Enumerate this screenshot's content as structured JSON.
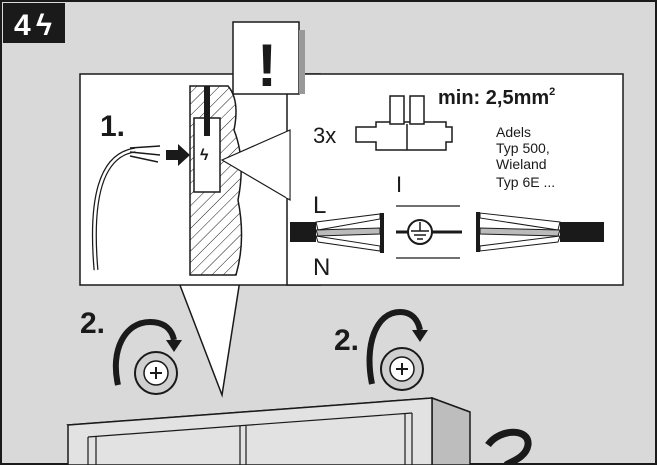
{
  "step_badge": {
    "number": "4",
    "symbol": "ϟ"
  },
  "warning": {
    "symbol": "!"
  },
  "step1": {
    "label": "1."
  },
  "spec": {
    "min_prefix": "min: 2,5mm",
    "min_superscript": "2",
    "connector_count": "3x",
    "connector_types": [
      "Adels",
      "Typ 500,",
      "Wieland",
      "Typ 6E ..."
    ]
  },
  "wiring": {
    "live_label": "L",
    "neutral_label": "N",
    "earth_label": "I"
  },
  "step2": {
    "left_label": "2.",
    "right_label": "2."
  },
  "colors": {
    "panel_bg": "#d9d9d9",
    "line": "#1a1a1a",
    "white": "#ffffff",
    "dark": "#1a1a1a"
  }
}
